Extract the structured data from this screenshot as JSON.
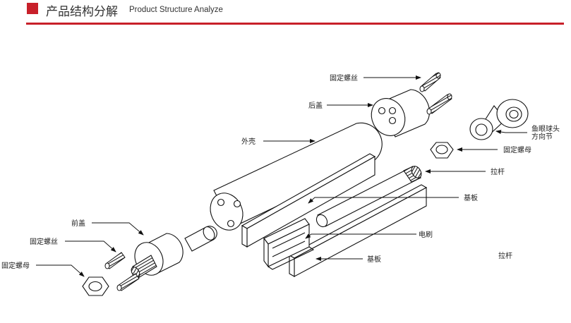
{
  "header": {
    "title_cn": "产品结构分解",
    "title_en": "Product Structure Analyze",
    "accent_color": "#c8202a"
  },
  "labels": {
    "rear_screw": "固定螺丝",
    "rear_cap": "后盖",
    "rod_end_line1": "鱼眼球头",
    "rod_end_line2": "方向节",
    "rear_nut": "固定螺母",
    "pull_rod": "拉杆",
    "shell": "外壳",
    "base_plate_top": "基板",
    "front_cap": "前盖",
    "brush": "电刷",
    "front_screw": "固定螺丝",
    "front_nut": "固定螺母",
    "base_plate_bottom": "基板",
    "pull_rod_extra": "拉杆"
  }
}
